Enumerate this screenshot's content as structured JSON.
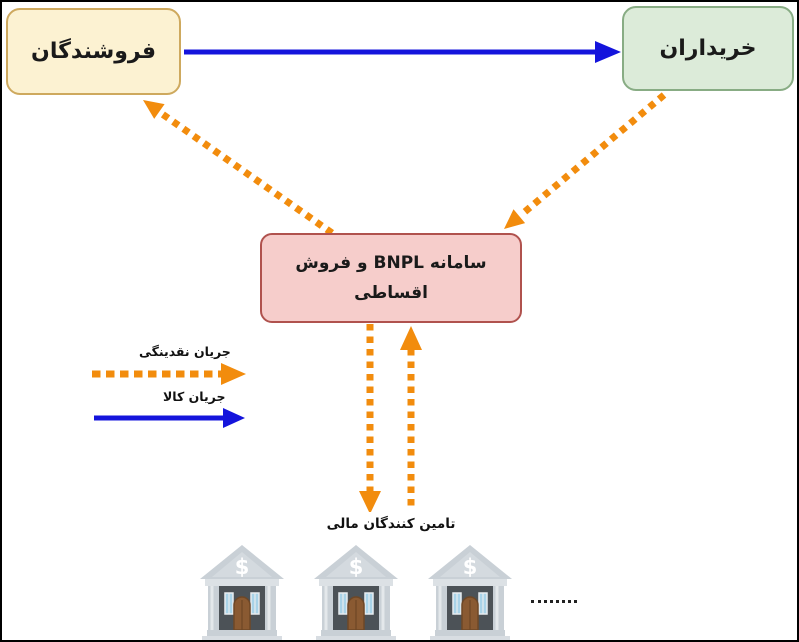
{
  "nodes": {
    "sellers": {
      "label": "فروشندگان"
    },
    "buyers": {
      "label": "خریداران"
    },
    "bnpl": {
      "line1": "سامانه BNPL و فروش",
      "line2": "اقساطی"
    },
    "providers_bar": {
      "label": "تامین کنندگان مالی"
    },
    "bank_symbol": "$"
  },
  "legend": {
    "cash_flow": "جریان نقدینگی",
    "goods_flow": "جریان کالا"
  },
  "colors": {
    "cash_flow_color": "#F28C0D",
    "goods_flow_color": "#1414DC",
    "sellers_fill": "#FCF2D2",
    "sellers_border": "#CEA95E",
    "buyers_fill": "#DCEBD9",
    "buyers_border": "#88AC84",
    "bnpl_fill": "#F6CDCB",
    "bnpl_border": "#B0524E"
  }
}
